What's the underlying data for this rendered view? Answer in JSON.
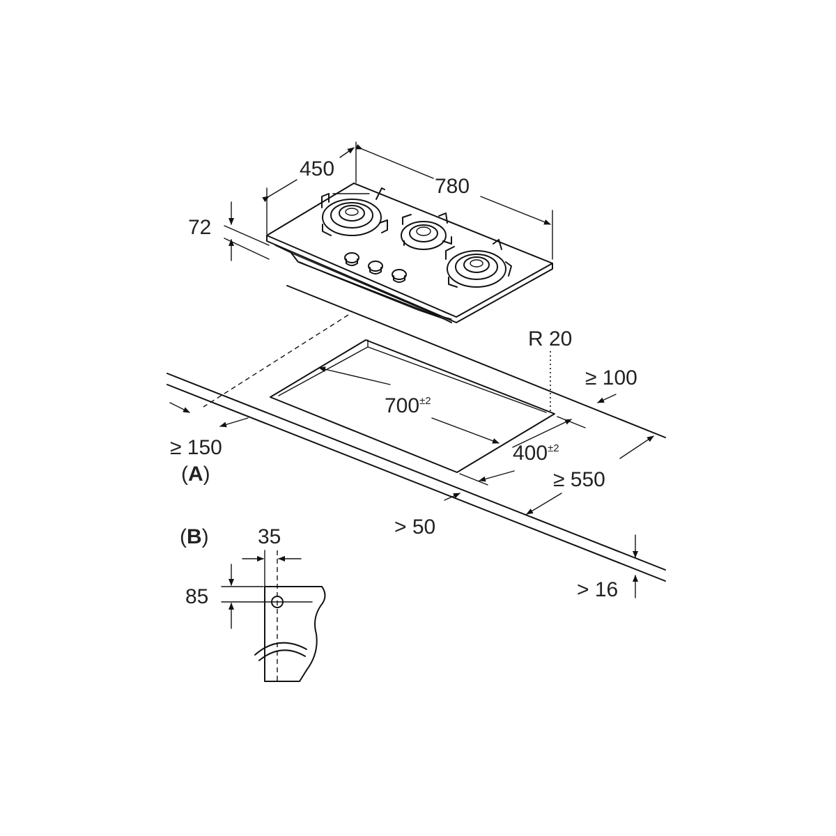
{
  "labels": {
    "width_hob": "780",
    "depth_hob": "450",
    "height_hob": "72",
    "radius": "R 20",
    "back_clearance": "≥ 100",
    "cutout_width": "700",
    "cutout_width_tol": "±2",
    "cutout_depth": "400",
    "cutout_depth_tol": "±2",
    "side_clearance": "≥ 150",
    "label_a_open": "(",
    "label_a": "A",
    "label_a_close": ")",
    "worktop_depth": "≥ 550",
    "front_clearance": "> 50",
    "worktop_thickness": "> 16",
    "label_b_open": "(",
    "label_b": "B",
    "label_b_close": ")",
    "bracket_width": "35",
    "bracket_height": "85"
  },
  "colors": {
    "line": "#111111",
    "text": "#222222",
    "background": "#ffffff"
  }
}
